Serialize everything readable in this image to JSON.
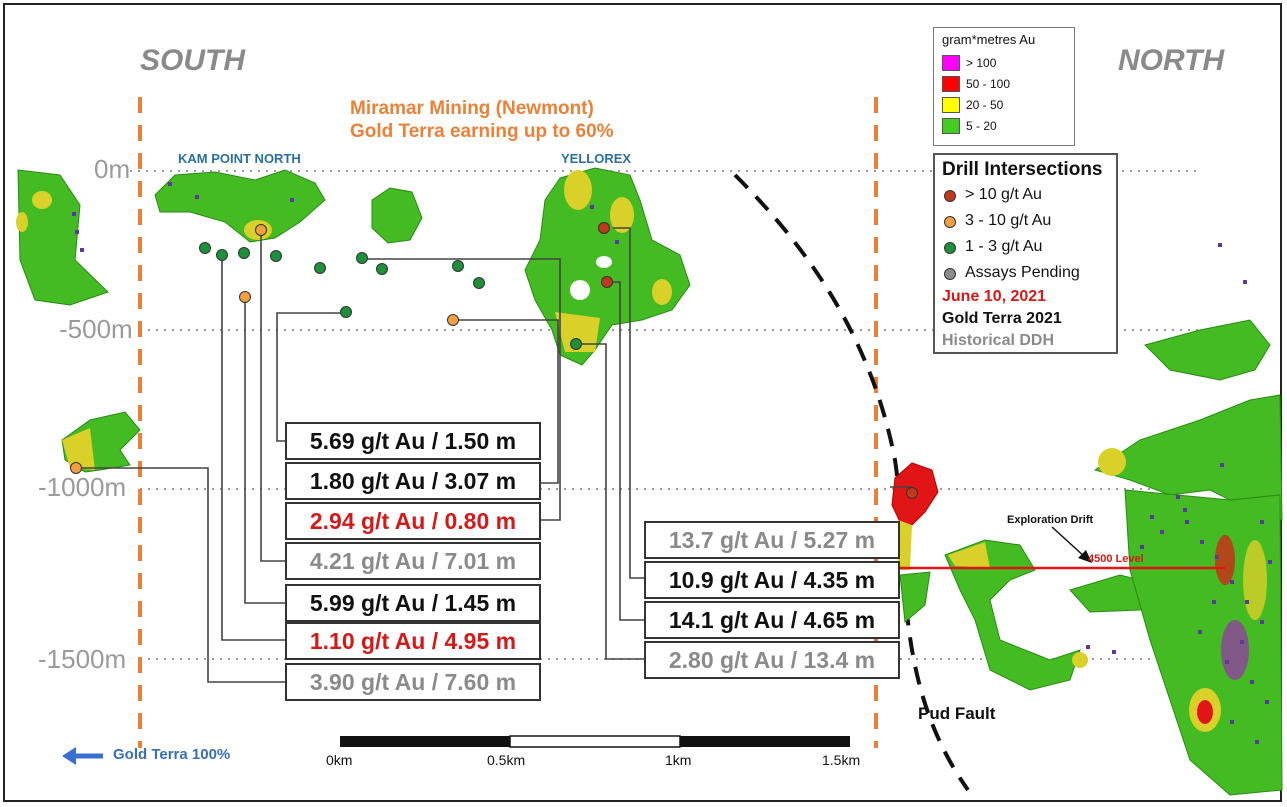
{
  "directions": {
    "south": "SOUTH",
    "north": "NORTH"
  },
  "depths": [
    "0m",
    "-500m",
    "-1000m",
    "-1500m"
  ],
  "claim": {
    "line1": "Miramar Mining (Newmont)",
    "line2": "Gold Terra earning up to 60%"
  },
  "areas": {
    "kam_point_north": "KAM POINT NORTH",
    "yellorex": "YELLOREX"
  },
  "legend_gram_metres": {
    "title": "gram*metres Au",
    "items": [
      {
        "label": "> 100",
        "color": "#ff00ff"
      },
      {
        "label": "50 - 100",
        "color": "#ff0000"
      },
      {
        "label": "20 - 50",
        "color": "#ffff00"
      },
      {
        "label": "5 - 20",
        "color": "#44cc22"
      }
    ]
  },
  "legend_drill": {
    "title": "Drill Intersections",
    "items": [
      {
        "label": "> 10 g/t Au",
        "color": "#c0391b"
      },
      {
        "label": "3 - 10 g/t Au",
        "color": "#f0a040"
      },
      {
        "label": "1 - 3 g/t Au",
        "color": "#1e8f3a"
      },
      {
        "label": "Assays Pending",
        "color": "#8c8c8c"
      }
    ],
    "date": "June 10, 2021",
    "gold_terra": "Gold Terra 2021",
    "historical": "Historical DDH"
  },
  "intersections_left": [
    {
      "text": "5.69 g/t Au / 1.50 m",
      "category": "gold-terra-2021"
    },
    {
      "text": "1.80 g/t Au / 3.07 m",
      "category": "gold-terra-2021"
    },
    {
      "text": "2.94 g/t Au / 0.80 m",
      "category": "latest"
    },
    {
      "text": "4.21 g/t Au / 7.01 m",
      "category": "historical"
    },
    {
      "text": "5.99 g/t Au / 1.45 m",
      "category": "gold-terra-2021"
    },
    {
      "text": "1.10 g/t Au / 4.95 m",
      "category": "latest"
    },
    {
      "text": "3.90 g/t Au / 7.60 m",
      "category": "historical"
    }
  ],
  "intersections_right": [
    {
      "text": "13.7 g/t Au / 5.27 m",
      "category": "historical"
    },
    {
      "text": "10.9 g/t Au / 4.35 m",
      "category": "gold-terra-2021"
    },
    {
      "text": "14.1 g/t Au / 4.65 m",
      "category": "gold-terra-2021"
    },
    {
      "text": "2.80 g/t Au / 13.4 m",
      "category": "historical"
    }
  ],
  "exploration_drift": "Exploration Drift",
  "level_4500": "4500 Level",
  "pud_fault": "Pud Fault",
  "gold_terra_100": "Gold Terra 100%",
  "scale": [
    "0km",
    "0.5km",
    "1km",
    "1.5km"
  ]
}
